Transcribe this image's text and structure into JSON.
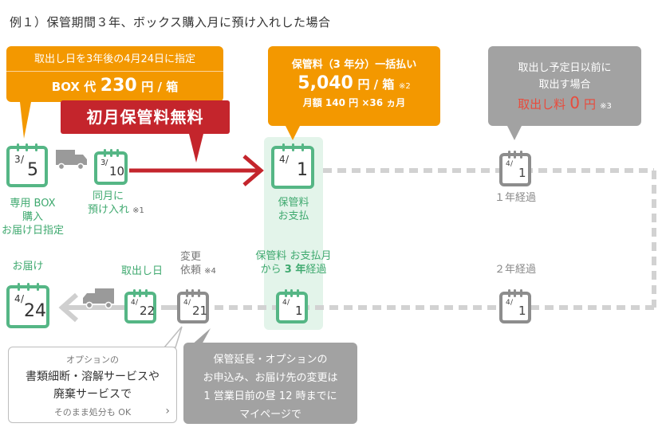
{
  "title": "例１）保管期間３年、ボックス購入月に預け入れした場合",
  "box_price": {
    "line1": "取出し日を3年後の4月24日に指定",
    "prefix": "BOX 代",
    "amount": "230",
    "suffix": "円 / 箱"
  },
  "free_month": "初月保管料無料",
  "storage_fee": {
    "line1": "保管料（3 年分）一括払い",
    "amount": "5,040",
    "suffix": "円 / 箱",
    "note": "※2",
    "line3": "月額 140 円 ×36 ヵ月"
  },
  "early_retrieval": {
    "line1": "取出し予定日以前に",
    "line2": "取出す場合",
    "fee_label": "取出し料",
    "fee_amount": "0",
    "fee_unit": "円",
    "note": "※3"
  },
  "calendars": {
    "mar5": {
      "month": "3",
      "day": "5"
    },
    "mar10": {
      "month": "3",
      "day": "10"
    },
    "apr1_top": {
      "month": "4",
      "day": "1"
    },
    "apr1_year1": {
      "month": "4",
      "day": "1"
    },
    "apr1_year2": {
      "month": "4",
      "day": "1"
    },
    "apr1_bottom": {
      "month": "4",
      "day": "1"
    },
    "apr21": {
      "month": "4",
      "day": "21"
    },
    "apr22": {
      "month": "4",
      "day": "22"
    },
    "apr24": {
      "month": "4",
      "day": "24"
    }
  },
  "labels": {
    "purchase_1": "専用 BOX",
    "purchase_2": "購入",
    "purchase_3": "お届け日指定",
    "deposit_1": "同月に",
    "deposit_2": "預け入れ",
    "deposit_note": "※1",
    "payment_1": "保管料",
    "payment_2": "お支払",
    "year1": "１年経過",
    "year2": "２年経過",
    "three_years_1": "保管料 お支払月",
    "three_years_2a": "から",
    "three_years_2b": "3 年",
    "three_years_2c": "経過",
    "change_1": "変更",
    "change_2": "依頼",
    "change_note": "※4",
    "retrieve": "取出し日",
    "deliver": "お届け"
  },
  "option_box": {
    "line1": "オプションの",
    "line2": "書類細断・溶解サービスや",
    "line3": "廃棄サービスで",
    "line4": "そのまま処分も OK"
  },
  "deadline_box": {
    "line1": "保管延長・オプションの",
    "line2": "お申込み、お届け先の変更は",
    "line3": "1 営業日前の昼 12 時までに",
    "line4": "マイページで"
  },
  "icons": [
    "truck-icon",
    "arrow-right-icon",
    "arrow-left-icon",
    "chevron-right-icon",
    "calendar-icon"
  ],
  "colors": {
    "green": "#55b685",
    "orange": "#f39800",
    "red": "#c4252c",
    "gray": "#a2a2a2",
    "dark_gray": "#8d8d8d"
  }
}
